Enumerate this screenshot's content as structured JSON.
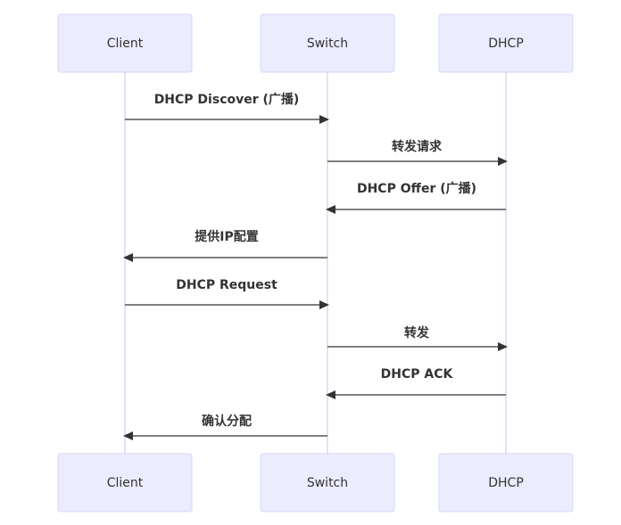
{
  "participants": [
    {
      "id": "client",
      "label": "Client"
    },
    {
      "id": "switch",
      "label": "Switch"
    },
    {
      "id": "dhcp",
      "label": "DHCP"
    }
  ],
  "messages": [
    {
      "from": "client",
      "to": "switch",
      "text": "DHCP Discover (广播)"
    },
    {
      "from": "switch",
      "to": "dhcp",
      "text": "转发请求"
    },
    {
      "from": "dhcp",
      "to": "switch",
      "text": "DHCP Offer (广播)"
    },
    {
      "from": "switch",
      "to": "client",
      "text": "提供IP配置"
    },
    {
      "from": "client",
      "to": "switch",
      "text": "DHCP Request"
    },
    {
      "from": "switch",
      "to": "dhcp",
      "text": "转发"
    },
    {
      "from": "dhcp",
      "to": "switch",
      "text": "DHCP ACK"
    },
    {
      "from": "switch",
      "to": "client",
      "text": "确认分配"
    }
  ]
}
